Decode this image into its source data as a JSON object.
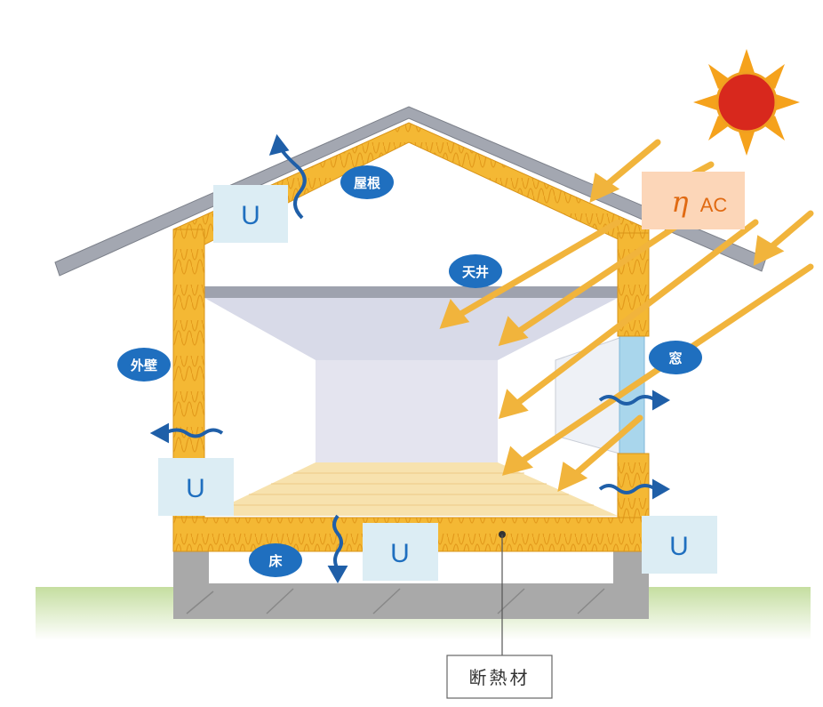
{
  "title": "Insulation heat transfer diagram",
  "labels": {
    "roof": "屋根",
    "ceiling": "天井",
    "outer_wall": "外壁",
    "window": "窓",
    "floor": "床",
    "insulation": "断熱材"
  },
  "u_value_label": "U",
  "solar": {
    "symbol": "η",
    "suffix": "AC"
  },
  "colors": {
    "insulation": "#f2b632",
    "roof": "#9fa3ad",
    "label_oval": "#1f6fbf",
    "u_box": "#dcedf4",
    "solar_box": "#fcd6b8",
    "sun": "#d9261c",
    "arrow": "#f1b43c",
    "ground": "#cfe4a8"
  }
}
